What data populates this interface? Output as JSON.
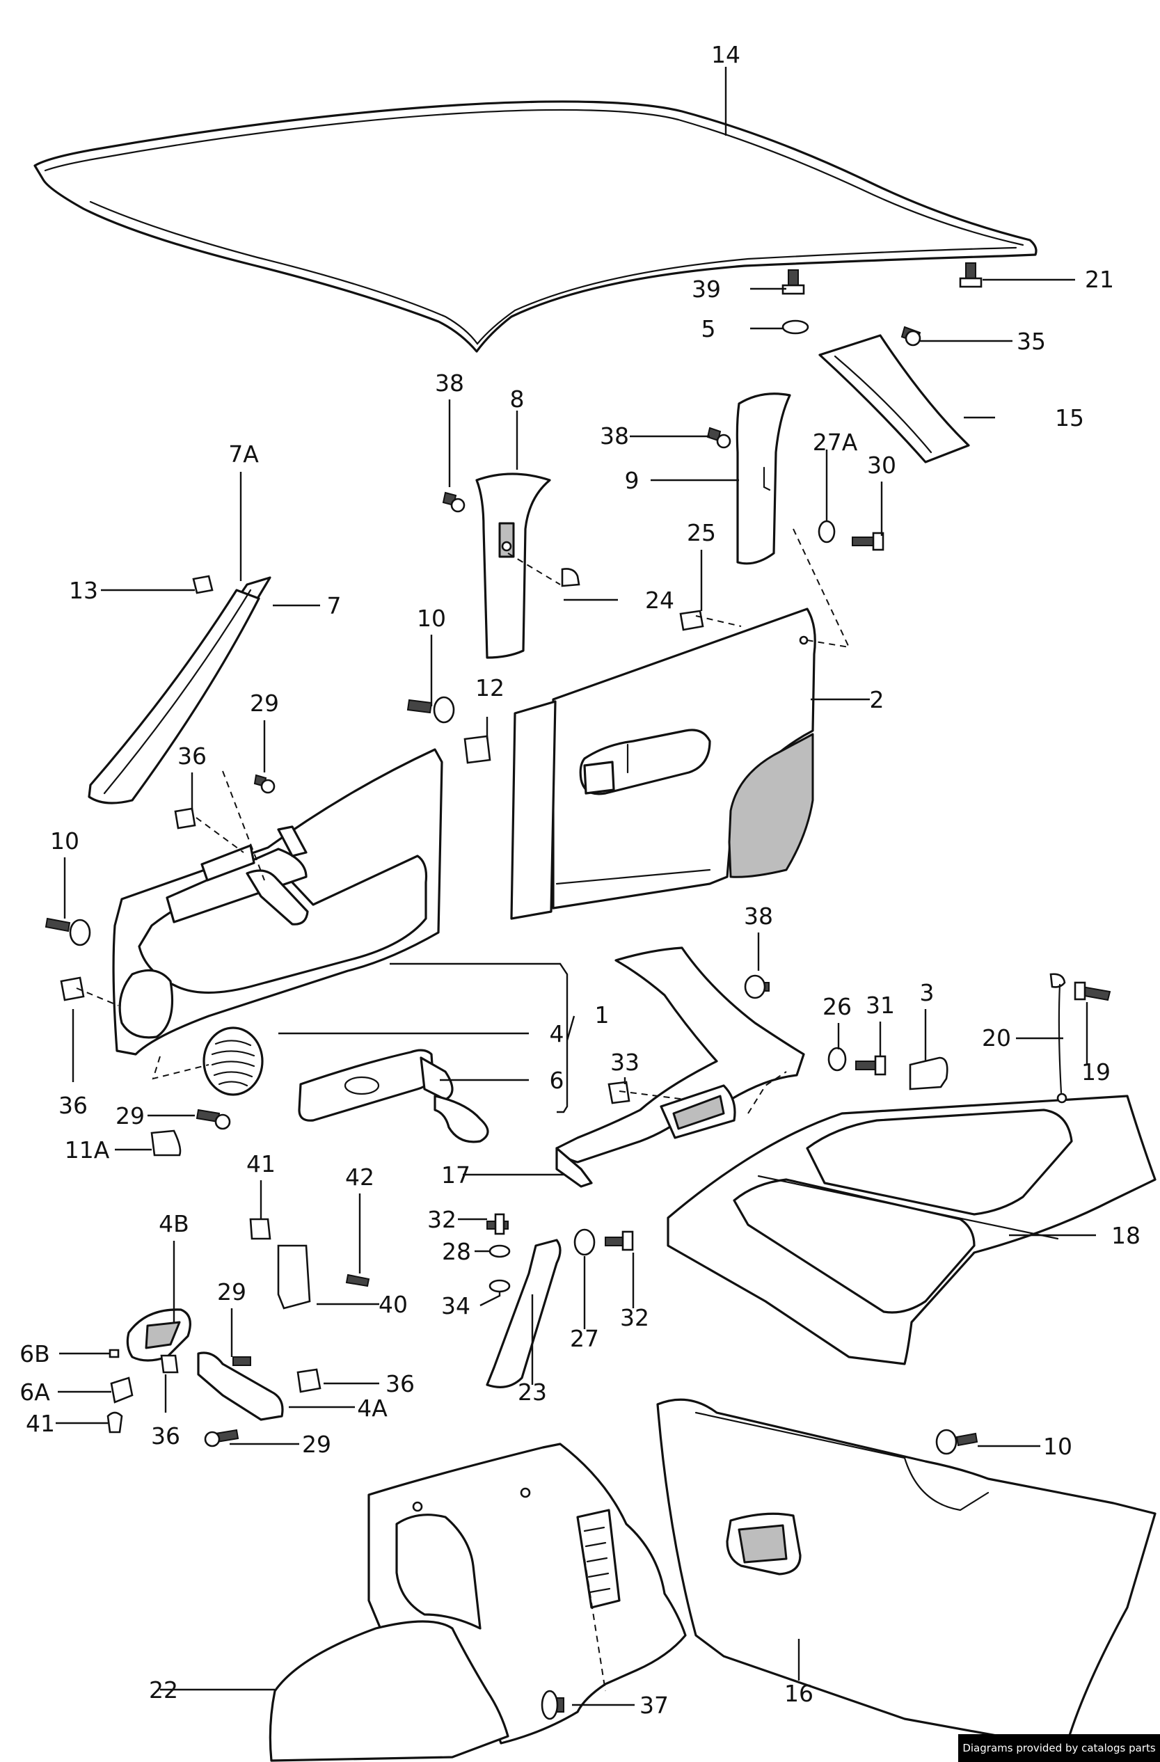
{
  "labels": [
    "14",
    "39",
    "21",
    "5",
    "35",
    "38",
    "8",
    "38",
    "9",
    "15",
    "7A",
    "27A",
    "30",
    "13",
    "7",
    "25",
    "24",
    "10",
    "12",
    "2",
    "29",
    "36",
    "10",
    "38",
    "26",
    "31",
    "3",
    "20",
    "19",
    "1",
    "4",
    "33",
    "6",
    "36",
    "29",
    "11A",
    "41",
    "42",
    "17",
    "32",
    "18",
    "4B",
    "28",
    "29",
    "40",
    "34",
    "27",
    "32",
    "6B",
    "36",
    "6A",
    "23",
    "4A",
    "41",
    "36",
    "29",
    "10",
    "22",
    "37",
    "16"
  ],
  "credit": "Diagrams provided by catalogs parts",
  "colors": {
    "ink": "#111111",
    "trim_shade": "#bdbdbd",
    "paper": "#ffffff"
  }
}
